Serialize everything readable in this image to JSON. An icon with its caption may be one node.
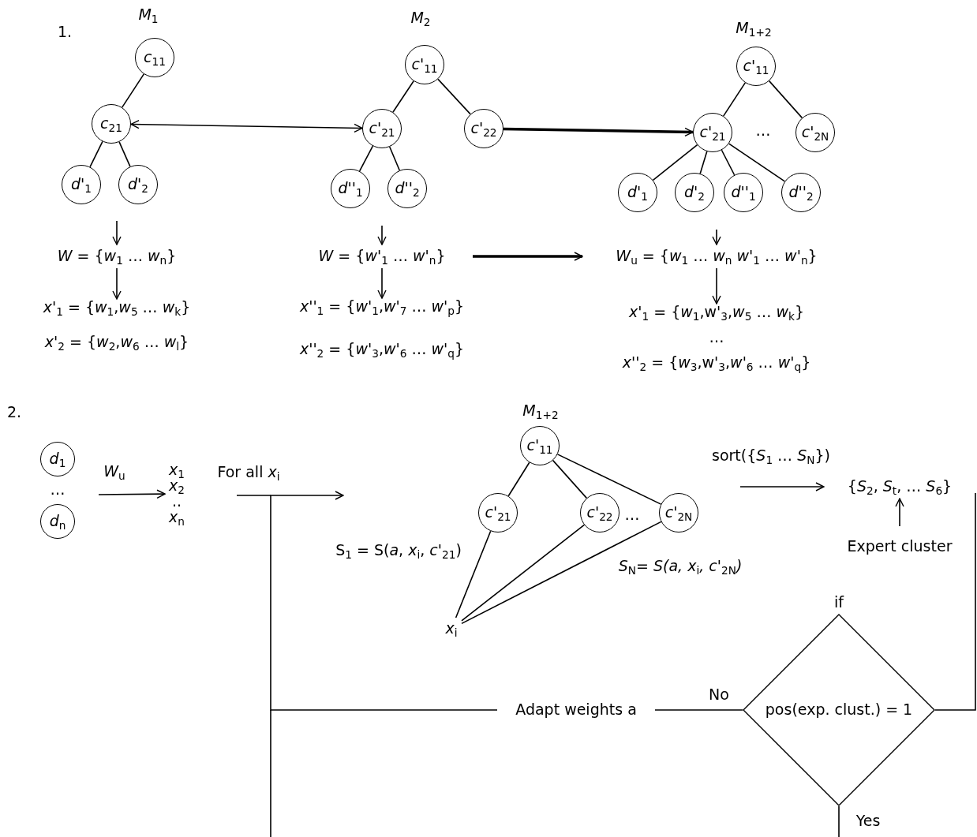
{
  "diagram": {
    "nodes": [
      {
        "text": [
          "*c*$_{11}$"
        ],
        "beside": [
          "*M*$_{1}$"
        ]
      },
      {
        "text": [
          "*c*$_{21}$"
        ]
      },
      {
        "text": [
          "*d*'$_{1}$"
        ]
      },
      {
        "text": [
          "*d*'$_{2}$"
        ]
      },
      {
        "text": [
          "*c*'$_{11}$"
        ],
        "beside": [
          "*M*$_{2}$"
        ]
      },
      {
        "text": [
          "*c*'$_{21}$"
        ]
      },
      {
        "text": [
          "*c*'$_{22}$"
        ]
      },
      {
        "text": [
          "*d*''$_{1}$"
        ]
      },
      {
        "text": [
          "*d*''$_{2}$"
        ]
      },
      {
        "text": [
          "*c*'$_{11}$"
        ],
        "beside": [
          "*M*$_{1+2}$"
        ]
      },
      {
        "text": [
          "*c*'$_{21}$"
        ]
      },
      {
        "text": [
          "*c*'$_{2N}$"
        ]
      },
      {
        "text": [
          "*d*'$_{1}$"
        ]
      },
      {
        "text": [
          "*d*'$_{2}$"
        ]
      },
      {
        "text": [
          "*d*''$_{1}$"
        ]
      },
      {
        "text": [
          "*d*''$_{2}$"
        ]
      },
      {
        "text": [
          "*W* = {*w*$_{1}$ … *w*$_{n}$}"
        ]
      },
      {
        "text": [
          "*x*'$_{1}$ = {*w*$_{1}$,*w*$_{5}$ … *w*$_{k}$}",
          "*x*'$_{2}$ = {*w*$_{2}$,*w*$_{6}$ … *w*$_{l}$}"
        ]
      },
      {
        "text": [
          "*W* = {*w*'$_{1}$ … *w*'$_{n}$}"
        ]
      },
      {
        "text": [
          "*x*''$_{1}$ = {*w*'$_{1}$,*w*'$_{7}$ … *w*'$_{p}$}",
          "*x*''$_{2}$ = {*w*'$_{3}$,*w*'$_{6}$ … *w*'$_{q}$}"
        ]
      },
      {
        "text": [
          "*W*$_{u}$ = {*w*$_{1}$ … *w*$_{n}$ *w*'$_{1}$ … *w*'$_{n}$}"
        ]
      },
      {
        "text": [
          "*x*'$_{1}$ = {*w*$_{1}$,w'$_{3}$,*w*$_{5}$ … *w*$_{k}$}",
          "…",
          "*x*''$_{2}$ = {*w*$_{3}$,w'$_{3}$,*w*'$_{6}$ … *w*'$_{q}$}"
        ]
      },
      {
        "text": [
          "*d*$_{1}$"
        ]
      },
      {
        "text": [
          "*d*$_{n}$"
        ]
      },
      {
        "text": [
          "*x*$_{1}$",
          "*x*$_{2}$",
          "..",
          "*x*$_{n}$"
        ]
      },
      {
        "text": [
          "Adapt weights a"
        ]
      },
      {
        "text": [
          "pos(exp. clust.) = 1"
        ],
        "beside": [
          "if"
        ]
      },
      {
        "text": [
          "{*S*$_{2}$, *S*$_{t}$, … *S*$_{6}$}"
        ]
      },
      {
        "text": [
          "*c*'$_{11}$"
        ],
        "beside": [
          "*M*$_{1+2}$"
        ]
      },
      {
        "text": [
          "*c*'$_{21}$"
        ]
      },
      {
        "text": [
          "*c*'$_{22}$"
        ]
      },
      {
        "text": [
          "*c*'$_{2N}$"
        ]
      },
      {
        "text": [
          "*x*$_{i}$"
        ]
      },
      {
        "text": [
          "Expert cluster"
        ]
      }
    ],
    "edges": [
      {
        "from": 0,
        "to": 1,
        "arrow": "none"
      },
      {
        "from": 1,
        "to": 2,
        "arrow": "none"
      },
      {
        "from": 1,
        "to": 3,
        "arrow": "none"
      },
      {
        "from": 1,
        "to": 5,
        "arrow": "both"
      },
      {
        "from": 4,
        "to": 5,
        "arrow": "none"
      },
      {
        "from": 4,
        "to": 6,
        "arrow": "none"
      },
      {
        "from": 5,
        "to": 7,
        "arrow": "none"
      },
      {
        "from": 5,
        "to": 8,
        "arrow": "none"
      },
      {
        "from": 9,
        "to": 10,
        "arrow": "none"
      },
      {
        "from": 9,
        "to": 11,
        "arrow": "none"
      },
      {
        "from": 10,
        "to": 12,
        "arrow": "none"
      },
      {
        "from": 10,
        "to": 13,
        "arrow": "none"
      },
      {
        "from": 10,
        "to": 14,
        "arrow": "none"
      },
      {
        "from": 10,
        "to": 15,
        "arrow": "none"
      },
      {
        "from": 6,
        "to": 10,
        "arrow": "to",
        "style": "thick"
      },
      {
        "from": null,
        "to": 16,
        "arrow": "to"
      },
      {
        "from": 16,
        "to": 17,
        "arrow": "to"
      },
      {
        "from": null,
        "to": 18,
        "arrow": "to"
      },
      {
        "from": 18,
        "to": 19,
        "arrow": "to"
      },
      {
        "from": 18,
        "to": 20,
        "arrow": "to",
        "style": "thick"
      },
      {
        "from": null,
        "to": 20,
        "arrow": "to"
      },
      {
        "from": 20,
        "to": 21,
        "arrow": "to"
      },
      {
        "from": null,
        "to": 24,
        "arrow": "to",
        "label": "*W*$_{u}$"
      },
      {
        "from": 28,
        "to": 29,
        "arrow": "none"
      },
      {
        "from": 28,
        "to": 30,
        "arrow": "none"
      },
      {
        "from": 28,
        "to": 31,
        "arrow": "none"
      },
      {
        "from": 32,
        "to": 29,
        "arrow": "none",
        "label": "S$_{1}$ = S(*a*, *x*$_{i}$, *c*'$_{21}$)"
      },
      {
        "from": 32,
        "to": 30,
        "arrow": "none"
      },
      {
        "from": 32,
        "to": 31,
        "arrow": "none",
        "label": "*S*$_{N}$*= S(a, x*$_{i}$*, c'*$_{2N}$*)*"
      },
      {
        "from": null,
        "to": 27,
        "arrow": "to",
        "label": "sort({*S*$_{1}$ … *S*$_{N}$})"
      },
      {
        "from": 33,
        "to": 27,
        "arrow": "to"
      },
      {
        "from": 27,
        "to": 26,
        "arrow": "none"
      },
      {
        "from": 26,
        "to": 25,
        "arrow": "none",
        "label": "No"
      },
      {
        "from": 25,
        "to": null,
        "arrow": "to"
      },
      {
        "from": 26,
        "to": null,
        "arrow": "none",
        "label": "Yes"
      }
    ],
    "labels": [
      "1.",
      "…",
      "2.",
      "…",
      "For all *x*$_{i}$",
      "…"
    ]
  }
}
